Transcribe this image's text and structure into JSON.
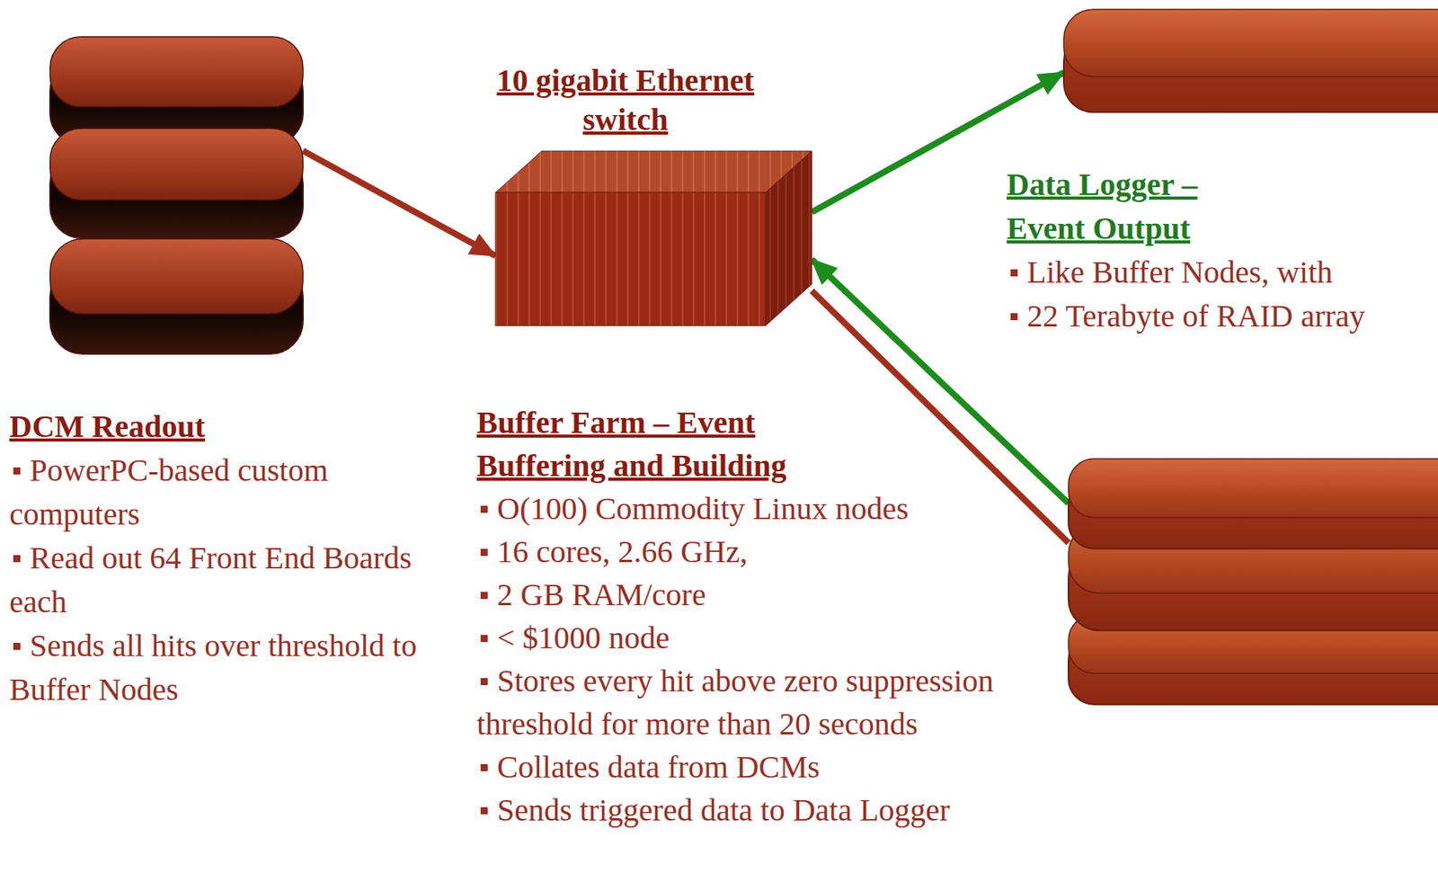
{
  "diagram": {
    "nodes": [
      {
        "text": [
          "DCM Readout",
          "PowerPC-based custom computers",
          "Read out 64 Front End Boards each",
          "Sends all hits over threshold to Buffer Nodes"
        ]
      },
      {
        "text": [
          "10 gigabit Ethernet switch"
        ]
      },
      {
        "text": [
          "Data Logger – Event Output",
          "Like Buffer Nodes, with",
          "22 Terabyte of RAID array"
        ]
      },
      {
        "text": [
          "Buffer Farm – Event Buffering and Building",
          "O(100) Commodity Linux nodes",
          "16 cores, 2.66 GHz,",
          "2 GB RAM/core",
          "< $1000 node",
          "Stores every hit above zero suppression threshold for more than 20 seconds",
          "Collates data from DCMs",
          "Sends triggered data to Data Logger"
        ]
      }
    ],
    "edges": [
      {
        "from": 0,
        "to": 1,
        "arrow": "to"
      },
      {
        "from": 1,
        "to": 3,
        "arrow": "none"
      },
      {
        "from": 3,
        "to": 1,
        "arrow": "to"
      },
      {
        "from": 1,
        "to": 2,
        "arrow": "to"
      }
    ]
  }
}
